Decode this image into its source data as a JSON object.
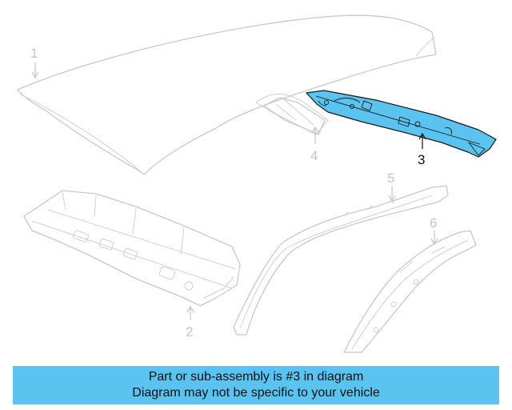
{
  "callouts": [
    {
      "id": "1",
      "label": "1",
      "highlighted": false
    },
    {
      "id": "2",
      "label": "2",
      "highlighted": false
    },
    {
      "id": "3",
      "label": "3",
      "highlighted": true
    },
    {
      "id": "4",
      "label": "4",
      "highlighted": false
    },
    {
      "id": "5",
      "label": "5",
      "highlighted": false
    },
    {
      "id": "6",
      "label": "6",
      "highlighted": false
    }
  ],
  "banner": {
    "line1": "Part or sub-assembly is #3 in diagram",
    "line2": "Diagram may not be specific to your vehicle"
  },
  "colors": {
    "highlight": "#5bc3ef",
    "banner_background": "#5bc3ef",
    "part_outline": "#c8c8c8"
  }
}
